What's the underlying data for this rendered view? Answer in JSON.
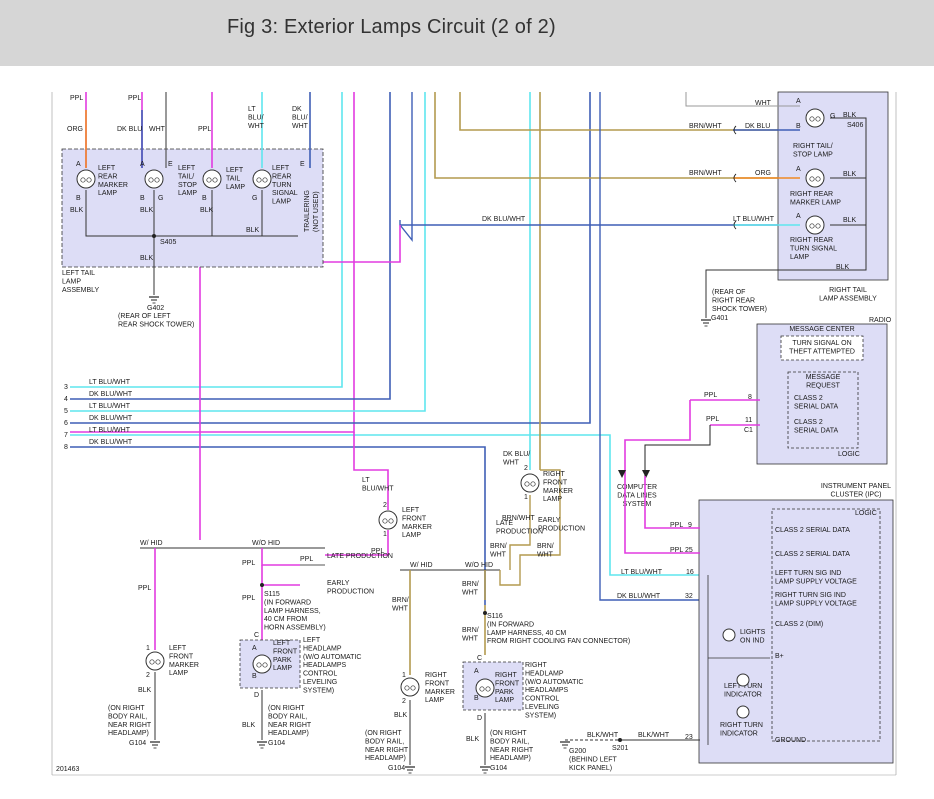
{
  "header": {
    "title": "Fig 3: Exterior Lamps Circuit (2 of 2)"
  },
  "diagram": {
    "figure_id": "201463",
    "colors": {
      "ppl": "#e23be0",
      "lt_blu": "#5fe6ee",
      "dk_blu": "#3f5fb6",
      "orange": "#f08a24",
      "tan": "#b39a4f",
      "box_fill": "#ddddf6",
      "wire_black": "#333333"
    },
    "labels": {
      "ppl": "PPL",
      "org": "ORG",
      "blk": "BLK",
      "wht": "WHT",
      "dk_blu": "DK BLU",
      "lt_blu": "LT BLU",
      "dk_blu_wht": "DK BLU/WHT",
      "lt_blu_wht": "LT BLU/WHT",
      "brn_wht": "BRN/WHT",
      "brn": "BRN/",
      "blk_wht": "BLK/WHT",
      "w_hid": "W/ HID",
      "wo_hid": "W/O HID",
      "late_production": "LATE PRODUCTION",
      "early_production": "EARLY PRODUCTION",
      "late": "LATE",
      "early": "EARLY",
      "production": "PRODUCTION",
      "pin_a": "A",
      "pin_b": "B",
      "pin_c": "C",
      "pin_d": "D",
      "pin_e": "E",
      "pin_g": "G",
      "pin_1": "1",
      "pin_2": "2",
      "pin_8": "8",
      "pin_11": "11",
      "pin_c1": "C1",
      "pin_9": "9",
      "pin_25": "25",
      "pin_16": "16",
      "pin_32": "32",
      "pin_23": "23"
    },
    "left_tail": {
      "marker": [
        "LEFT",
        "REAR",
        "MARKER",
        "LAMP"
      ],
      "stop": [
        "LEFT",
        "TAIL/",
        "STOP",
        "LAMP"
      ],
      "tail": [
        "LEFT",
        "TAIL",
        "LAMP"
      ],
      "turn": [
        "LEFT",
        "REAR",
        "TURN",
        "SIGNAL",
        "LAMP"
      ],
      "trailering": "TRAILERING",
      "not_used": "(NOT USED)",
      "assembly": [
        "LEFT TAIL",
        "LAMP",
        "ASSEMBLY"
      ],
      "splice": "S405",
      "ground": "G402",
      "ground_loc": [
        "(REAR OF LEFT",
        "REAR SHOCK TOWER)"
      ],
      "lt_blu_wht": [
        "LT",
        "BLU/",
        "WHT"
      ],
      "dk_blu_wht": [
        "DK",
        "BLU/",
        "WHT"
      ]
    },
    "right_tail": {
      "stop": [
        "RIGHT TAIL/",
        "STOP LAMP"
      ],
      "marker": [
        "RIGHT REAR",
        "MARKER LAMP"
      ],
      "turn": [
        "RIGHT REAR",
        "TURN SIGNAL",
        "LAMP"
      ],
      "splice": "S406",
      "assembly": [
        "RIGHT TAIL",
        "LAMP ASSEMBLY"
      ],
      "ground": "G401",
      "ground_loc": [
        "(REAR OF",
        "RIGHT REAR",
        "SHOCK TOWER)"
      ]
    },
    "radio": {
      "title": "RADIO",
      "message_center": "MESSAGE CENTER",
      "turn_signal_on": [
        "TURN SIGNAL ON",
        "THEFT ATTEMPTED"
      ],
      "message_request": [
        "MESSAGE",
        "REQUEST"
      ],
      "class2": [
        "CLASS 2",
        "SERIAL DATA"
      ],
      "logic": "LOGIC"
    },
    "data_lines": [
      "COMPUTER",
      "DATA LINES",
      "SYSTEM"
    ],
    "ipc": {
      "title": [
        "INSTRUMENT PANEL",
        "CLUSTER (IPC)"
      ],
      "logic": "LOGIC",
      "class2": "CLASS 2 SERIAL DATA",
      "lt_supply": [
        "LEFT TURN SIG IND",
        "LAMP SUPPLY VOLTAGE"
      ],
      "rt_supply": [
        "RIGHT TURN SIG IND",
        "LAMP SUPPLY VOLTAGE"
      ],
      "class2_dim": "CLASS 2 (DIM)",
      "lights_on": [
        "LIGHTS",
        "ON IND"
      ],
      "b_plus": "B+",
      "left_ind": [
        "LEFT TURN",
        "INDICATOR"
      ],
      "right_ind": [
        "RIGHT TURN",
        "INDICATOR"
      ],
      "ground": "GROUND"
    },
    "connector_numbers": [
      "3",
      "4",
      "5",
      "6",
      "7",
      "8"
    ],
    "left_front_marker": [
      "LEFT",
      "FRONT",
      "MARKER",
      "LAMP"
    ],
    "left_front_park": [
      "LEFT",
      "FRONT",
      "PARK",
      "LAMP"
    ],
    "left_headlamp": [
      "LEFT",
      "HEADLAMP",
      "(W/O AUTOMATIC",
      "HEADLAMPS",
      "CONTROL",
      "LEVELING",
      "SYSTEM)"
    ],
    "right_front_marker_upper": [
      "RIGHT",
      "FRONT",
      "MARKER",
      "LAMP"
    ],
    "right_front_marker_lower": [
      "RIGHT",
      "FRONT",
      "MARKER",
      "LAMP"
    ],
    "right_front_park": [
      "RIGHT",
      "FRONT",
      "PARK",
      "LAMP"
    ],
    "right_headlamp": [
      "RIGHT",
      "HEADLAMP",
      "(W/O AUTOMATIC",
      "HEADLAMPS",
      "CONTROL",
      "LEVELING",
      "SYSTEM)"
    ],
    "s115": [
      "S115",
      "(IN FORWARD",
      "LAMP HARNESS,",
      "40 CM FROM",
      "HORN ASSEMBLY)"
    ],
    "s116": [
      "S116",
      "(IN FORWARD",
      "LAMP HARNESS, 40 CM",
      "FROM RIGHT COOLING FAN CONNECTOR)"
    ],
    "ground_left_rail": [
      "(ON RIGHT",
      "BODY RAIL,",
      "NEAR RIGHT",
      "HEADLAMP)"
    ],
    "g104": "G104",
    "g200": [
      "G200",
      "(BEHIND LEFT",
      "KICK PANEL)"
    ],
    "s201": "S201"
  }
}
